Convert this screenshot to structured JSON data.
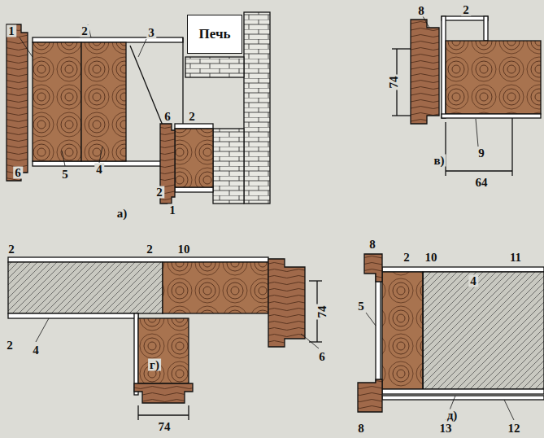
{
  "diagram": {
    "nodes": [
      {
        "text": [
          "Печь"
        ]
      }
    ],
    "labels": [
      "1",
      "2",
      "3",
      "6",
      "5",
      "4",
      "2",
      "а)",
      "6",
      "2",
      "1",
      "8",
      "2",
      "74",
      "9",
      "64",
      "в)",
      "2",
      "2",
      "10",
      "74",
      "2",
      "4",
      "6",
      "г)",
      "74",
      "8",
      "2",
      "10",
      "4",
      "11",
      "5",
      "8",
      "13",
      "12",
      "д)"
    ]
  }
}
